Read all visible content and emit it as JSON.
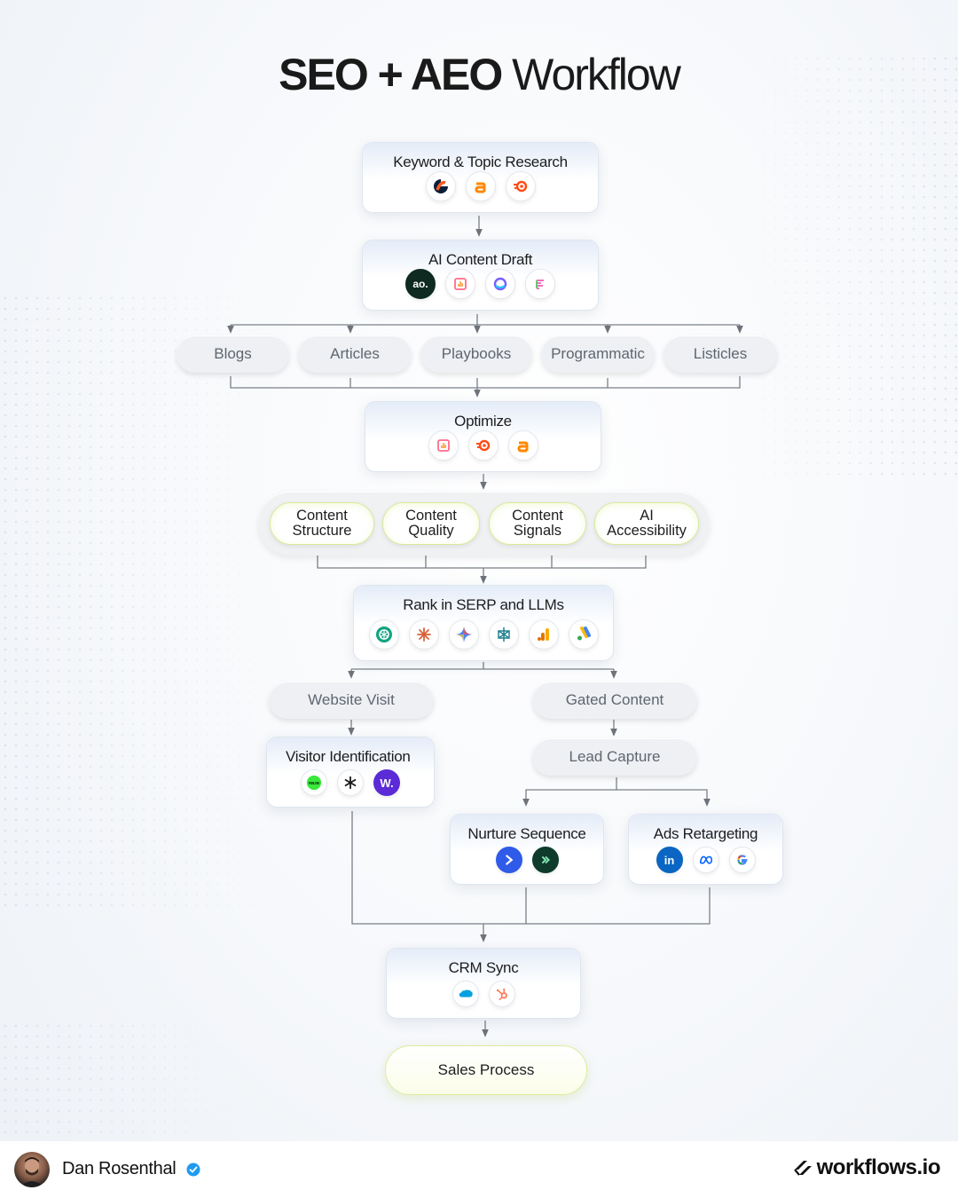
{
  "title": {
    "bold": "SEO + AEO",
    "light": "Workflow"
  },
  "nodes": {
    "keyword_research": {
      "label": "Keyword & Topic Research",
      "icons": [
        "similarweb-icon",
        "ahrefs-icon",
        "semrush-icon"
      ]
    },
    "ai_content_draft": {
      "label": "AI Content Draft",
      "icons": [
        "airops-icon",
        "clearscope-icon",
        "jasper-icon",
        "surfer-icon"
      ]
    },
    "content_types": [
      "Blogs",
      "Articles",
      "Playbooks",
      "Programmatic",
      "Listicles"
    ],
    "optimize": {
      "label": "Optimize",
      "icons": [
        "clearscope-icon",
        "semrush-icon",
        "ahrefs-icon"
      ]
    },
    "optimization_factors": [
      {
        "line1": "Content",
        "line2": "Structure"
      },
      {
        "line1": "Content",
        "line2": "Quality"
      },
      {
        "line1": "Content",
        "line2": "Signals"
      },
      {
        "line1": "AI",
        "line2": "Accessibility"
      }
    ],
    "rank": {
      "label": "Rank in SERP and LLMs",
      "icons": [
        "chatgpt-icon",
        "claude-icon",
        "gemini-icon",
        "perplexity-icon",
        "google-analytics-icon",
        "google-ads-icon"
      ]
    },
    "website_visit": "Website Visit",
    "gated_content": "Gated Content",
    "visitor_identification": {
      "label": "Visitor Identification",
      "icons": [
        "rb2b-icon",
        "asterisk-icon",
        "warmly-icon"
      ]
    },
    "lead_capture": "Lead Capture",
    "nurture_sequence": {
      "label": "Nurture Sequence",
      "icons": [
        "smartlead-icon",
        "outreach-icon"
      ]
    },
    "ads_retargeting": {
      "label": "Ads Retargeting",
      "icons": [
        "linkedin-icon",
        "meta-icon",
        "google-icon"
      ]
    },
    "crm_sync": {
      "label": "CRM Sync",
      "icons": [
        "salesforce-icon",
        "hubspot-icon"
      ]
    },
    "sales_process": "Sales Process"
  },
  "icon_text": {
    "airops": "ao.",
    "rb2b": "RB2B",
    "linkedin": "in",
    "warmly": "W."
  },
  "footer": {
    "author": "Dan Rosenthal",
    "brand": "workflows.io"
  },
  "colors": {
    "accent_lime": "#d9eb9a",
    "connector": "#7a8088",
    "card_header": "#e4ecf8"
  }
}
